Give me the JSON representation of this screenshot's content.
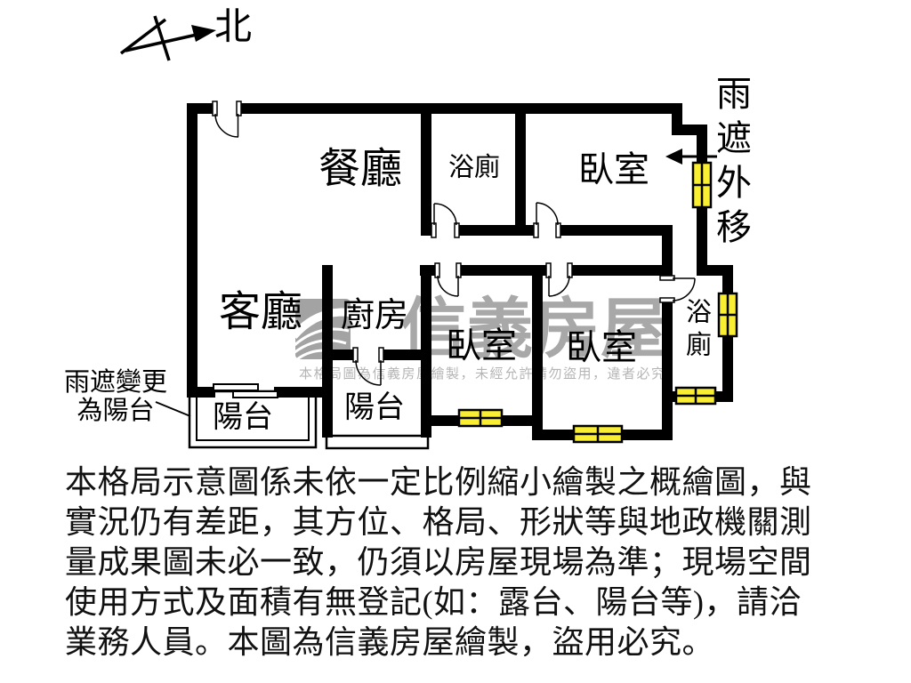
{
  "compass": {
    "label": "北"
  },
  "floor_plan": {
    "rooms": [
      {
        "id": "dining",
        "label": "餐廳"
      },
      {
        "id": "bath-top",
        "label": "浴廁"
      },
      {
        "id": "bedroom-top",
        "label": "臥室"
      },
      {
        "id": "living",
        "label": "客廳"
      },
      {
        "id": "kitchen",
        "label": "廚房"
      },
      {
        "id": "bedroom-left",
        "label": "臥室"
      },
      {
        "id": "bedroom-right",
        "label": "臥室"
      },
      {
        "id": "bath-bottom",
        "label": "浴廁"
      },
      {
        "id": "balcony-left",
        "label": "陽台"
      },
      {
        "id": "balcony-kitchen",
        "label": "陽台"
      }
    ],
    "annotations": {
      "rain_shield_moved_out": "雨遮外移",
      "rain_shield_changed_line1": "雨遮變更",
      "rain_shield_changed_line2": "為陽台"
    },
    "colors": {
      "wall": "#000000",
      "window_fill": "#f9ee32"
    }
  },
  "watermark": {
    "brand": "信義房屋",
    "notice": "本格局圖為信義房屋繪製，未經允許請勿盜用，違者必究",
    "logo_icon": "sinyi-emblem",
    "color": "#a8a8a8"
  },
  "disclaimer": {
    "lines": [
      "本格局示意圖係未依一定比例縮小繪製之概繪圖，與",
      "實況仍有差距，其方位、格局、形狀等與地政機關測",
      "量成果圖未必一致，仍須以房屋現場為準；現場空間",
      "使用方式及面積有無登記(如：露台、陽台等)，請洽",
      "業務人員。本圖為信義房屋繪製，盜用必究。"
    ]
  }
}
